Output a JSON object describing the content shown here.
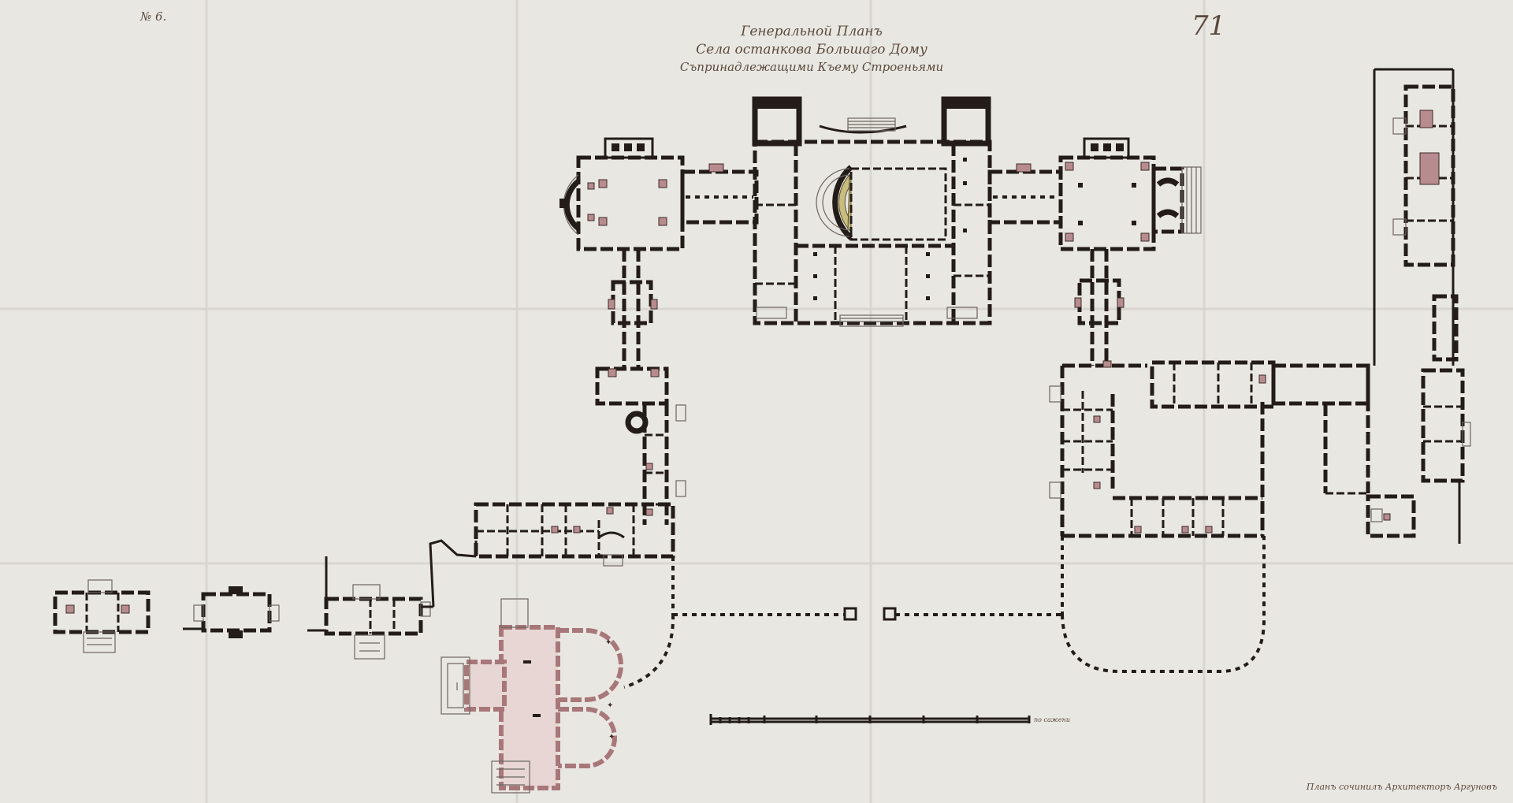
{
  "header": {
    "sheet_number": "№ 6.",
    "archive_number": "71",
    "title_line_1": "Генеральной Планъ",
    "title_line_2": "Села останкова Большаго Дому",
    "title_line_3": "Съпринадлежащими Къему Строеньями"
  },
  "scale_bar": {
    "label": "по сажени"
  },
  "footer": {
    "signature": "Планъ сочинилъ Архитекторъ Аргуновъ"
  },
  "colors": {
    "paper": "#e9e7e2",
    "ink": "#231c18",
    "rose_wash": "#b88c8e",
    "ochre_wash": "#c8bd7e",
    "church_wash": "#e7d6d4"
  }
}
